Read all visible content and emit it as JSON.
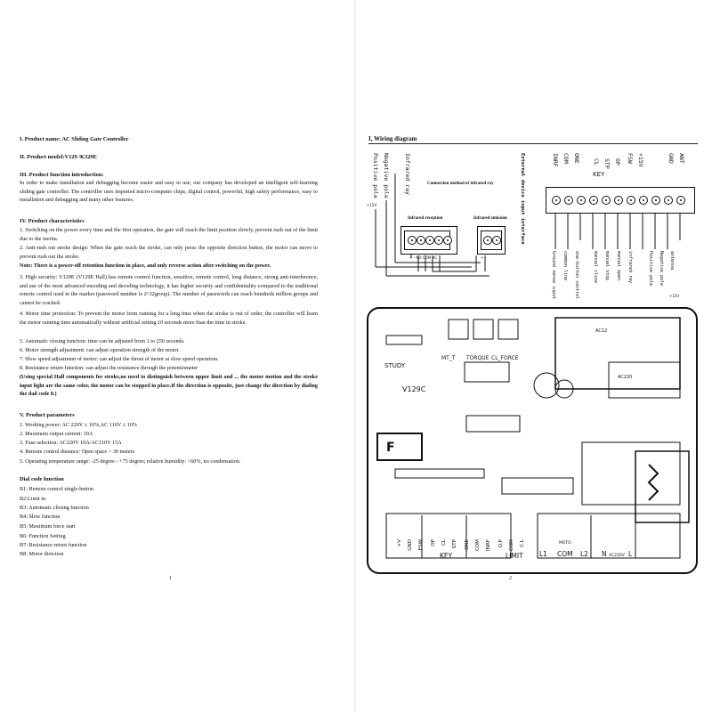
{
  "left": {
    "s1": "I. Product name: AC Sliding Gate Controller",
    "s2": "II. Product model:V129 /K329E",
    "s3": "III. Product function introduction:",
    "intro": "In order to make installation and debugging become easier and easy to use, our company has developed an intelligent self-learning sliding gate controller. The controller uses imported micro-computer chips, digital control, powerful, high safety performance, easy to installation and debugging and many other features.",
    "s4": "IV. Product characteristics",
    "c1": "1. Switching on the power every time and the first operation, the gate will reach the limit position slowly, prevent rush out of the limit due to the inertia.",
    "c2": "2. Anti-rush out stroke design: When the gate reach the stroke, can only press the opposite direction button, the motor can move to prevent rush out the stroke.",
    "note": "Note: There is a power-off retention function in place, and only reverse action after switching on the power.",
    "c3": "3. High security: V129E (V129E Hall) has remote control function, sensitive, remote control, long distance, strong anti-interference, and use of the most advanced encoding and decoding technology, it has higher security and confidentiality compared to the traditional remote control used in the market (password number is 2^32group). The number of passwords can reach hundreds million groups and cannot be cracked.",
    "c4": "4. Motor time protection: To prevent the motor from running for a long time when the stroke is out of order, the controller will learn the motor running time automatically without artificial setting.10 seconds more than the time in stroke.",
    "c5": "5. Automatic closing function: time can be adjusted from 1 to 250 seconds.",
    "c6": "6. Motor strength adjustment: can adjust operation strength of the motor.",
    "c7": "7. Slow speed adjustment of motor: can adjust the thrust of motor at slow speed operation.",
    "c8": "8. Resistance return function: can adjust the resistance through the potentiometer",
    "hall": "(Using special Hall components for stroke,no need to distinguish between upper limit and ... the motor motion and the stroke input light are the same color, the motor can be stopped in place.If the direction is opposite, just change the direction by dialing the dail code 8.)",
    "s5": "V. Product parameters",
    "p1": "1. Working power: AC 220V ± 10%,AC 110V ± 10%",
    "p2": "2. Maximum output current: 10A",
    "p3": "3. Fuse selection: AC220V 10A/AC110V 15A",
    "p4": "4. Remote control distance: Open space > 30 meters",
    "p5": "5. Operating temperature range: -25 degree - +75 degree; relative humidity: <60%, no condensation.",
    "s6": "Dial code function",
    "d1": "B1: Remote control single-button",
    "d2": "B2:Limit nc",
    "d3": "B3: Automatic closing function",
    "d4": "B4: Slow function",
    "d5": "B5: Maximum force start",
    "d6": "B6: Function Setting",
    "d7": "B7: Resistance return function",
    "d8": "B8: Motor direction",
    "page_number": "1"
  },
  "right": {
    "title": "I, Wiring diagram",
    "ir_left_labels": [
      "Positive pole",
      "Negative pole",
      "Infrared ray"
    ],
    "plus15": "+15V",
    "conn_method": "Connection method of infrared ray",
    "ir_reception": "Infrared reception",
    "ir_emission": "Infrared emission",
    "rx_pins": "+  -  NO  COM  NC",
    "tx_pins": "+   -",
    "ext_label": "External device input interface",
    "terminal_labels": [
      "ANT",
      "GND",
      "+15V",
      "FSW",
      "OP",
      "STP",
      "CL",
      "KEY",
      "ONE",
      "COM",
      "INRF"
    ],
    "terminal_desc": [
      "antenna",
      "Negative pole",
      "Positive pole",
      "infrared ray",
      "manual open",
      "manual stop",
      "manual close",
      "one-button control",
      "common line",
      "Ground sense input"
    ],
    "plus15_b": "+15V",
    "pcb": {
      "study": "STUDY",
      "model": "V129C",
      "mt": "MT_T",
      "torque": "TORQUE",
      "clforce": "CL_FORCE",
      "ac12": "AC12",
      "ac220": "AC220",
      "f": "F",
      "bottom": [
        "+V",
        "GND",
        "FSW",
        "OP",
        "CL",
        "STP",
        "ONE",
        "COM",
        "INRF",
        "O.P",
        "COM",
        "C.L"
      ],
      "key": "KEY",
      "limit": "LIMIT",
      "l1": "L1",
      "moto": "MOTO",
      "com": "COM",
      "l2": "L2",
      "n": "N",
      "ac220v": "AC220V",
      "l": "L"
    },
    "page_number": "2"
  }
}
